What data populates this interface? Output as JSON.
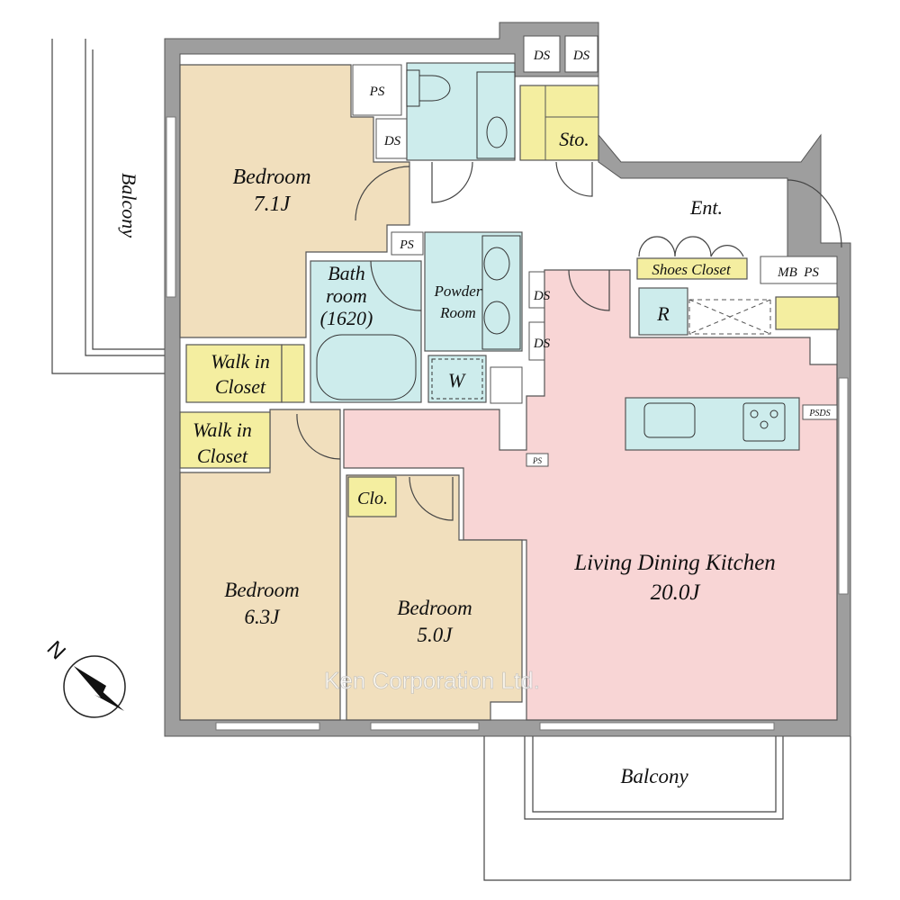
{
  "colors": {
    "bedroom": "#f1dfbd",
    "living": "#f8d5d5",
    "wet": "#cdecec",
    "closet": "#f4eea0",
    "wall": "#9e9e9e"
  },
  "rooms": {
    "bedroom1": {
      "name": "Bedroom",
      "size": "7.1J"
    },
    "bedroom2": {
      "name": "Bedroom",
      "size": "6.3J"
    },
    "bedroom3": {
      "name": "Bedroom",
      "size": "5.0J"
    },
    "ldk": {
      "name": "Living Dining Kitchen",
      "size": "20.0J"
    },
    "bath": {
      "line1": "Bath",
      "line2": "room",
      "line3": "(1620)"
    },
    "powder": {
      "line1": "Powder",
      "line2": "Room"
    },
    "wic1": {
      "line1": "Walk in",
      "line2": "Closet"
    },
    "wic2": {
      "line1": "Walk in",
      "line2": "Closet"
    },
    "clo": "Clo.",
    "sto": "Sto.",
    "ent": "Ent.",
    "shoes": "Shoes Closet",
    "mbps": "MB  PS",
    "fridge": "R",
    "washer": "W",
    "balcony_left": "Balcony",
    "balcony_bottom": "Balcony"
  },
  "shafts": {
    "ds": "DS",
    "ps": "PS",
    "psds": "PSDS"
  },
  "compass": "N",
  "watermark": "Ken Corporation Ltd."
}
